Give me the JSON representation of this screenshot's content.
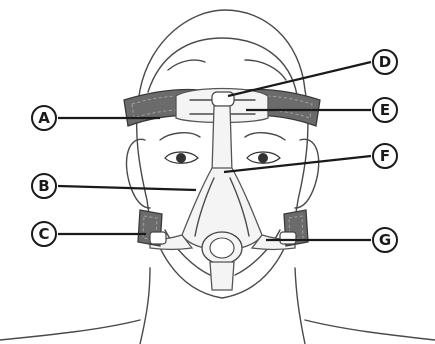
{
  "labels": {
    "A": "A",
    "B": "B",
    "C": "C",
    "D": "D",
    "E": "E",
    "F": "F",
    "G": "G"
  }
}
